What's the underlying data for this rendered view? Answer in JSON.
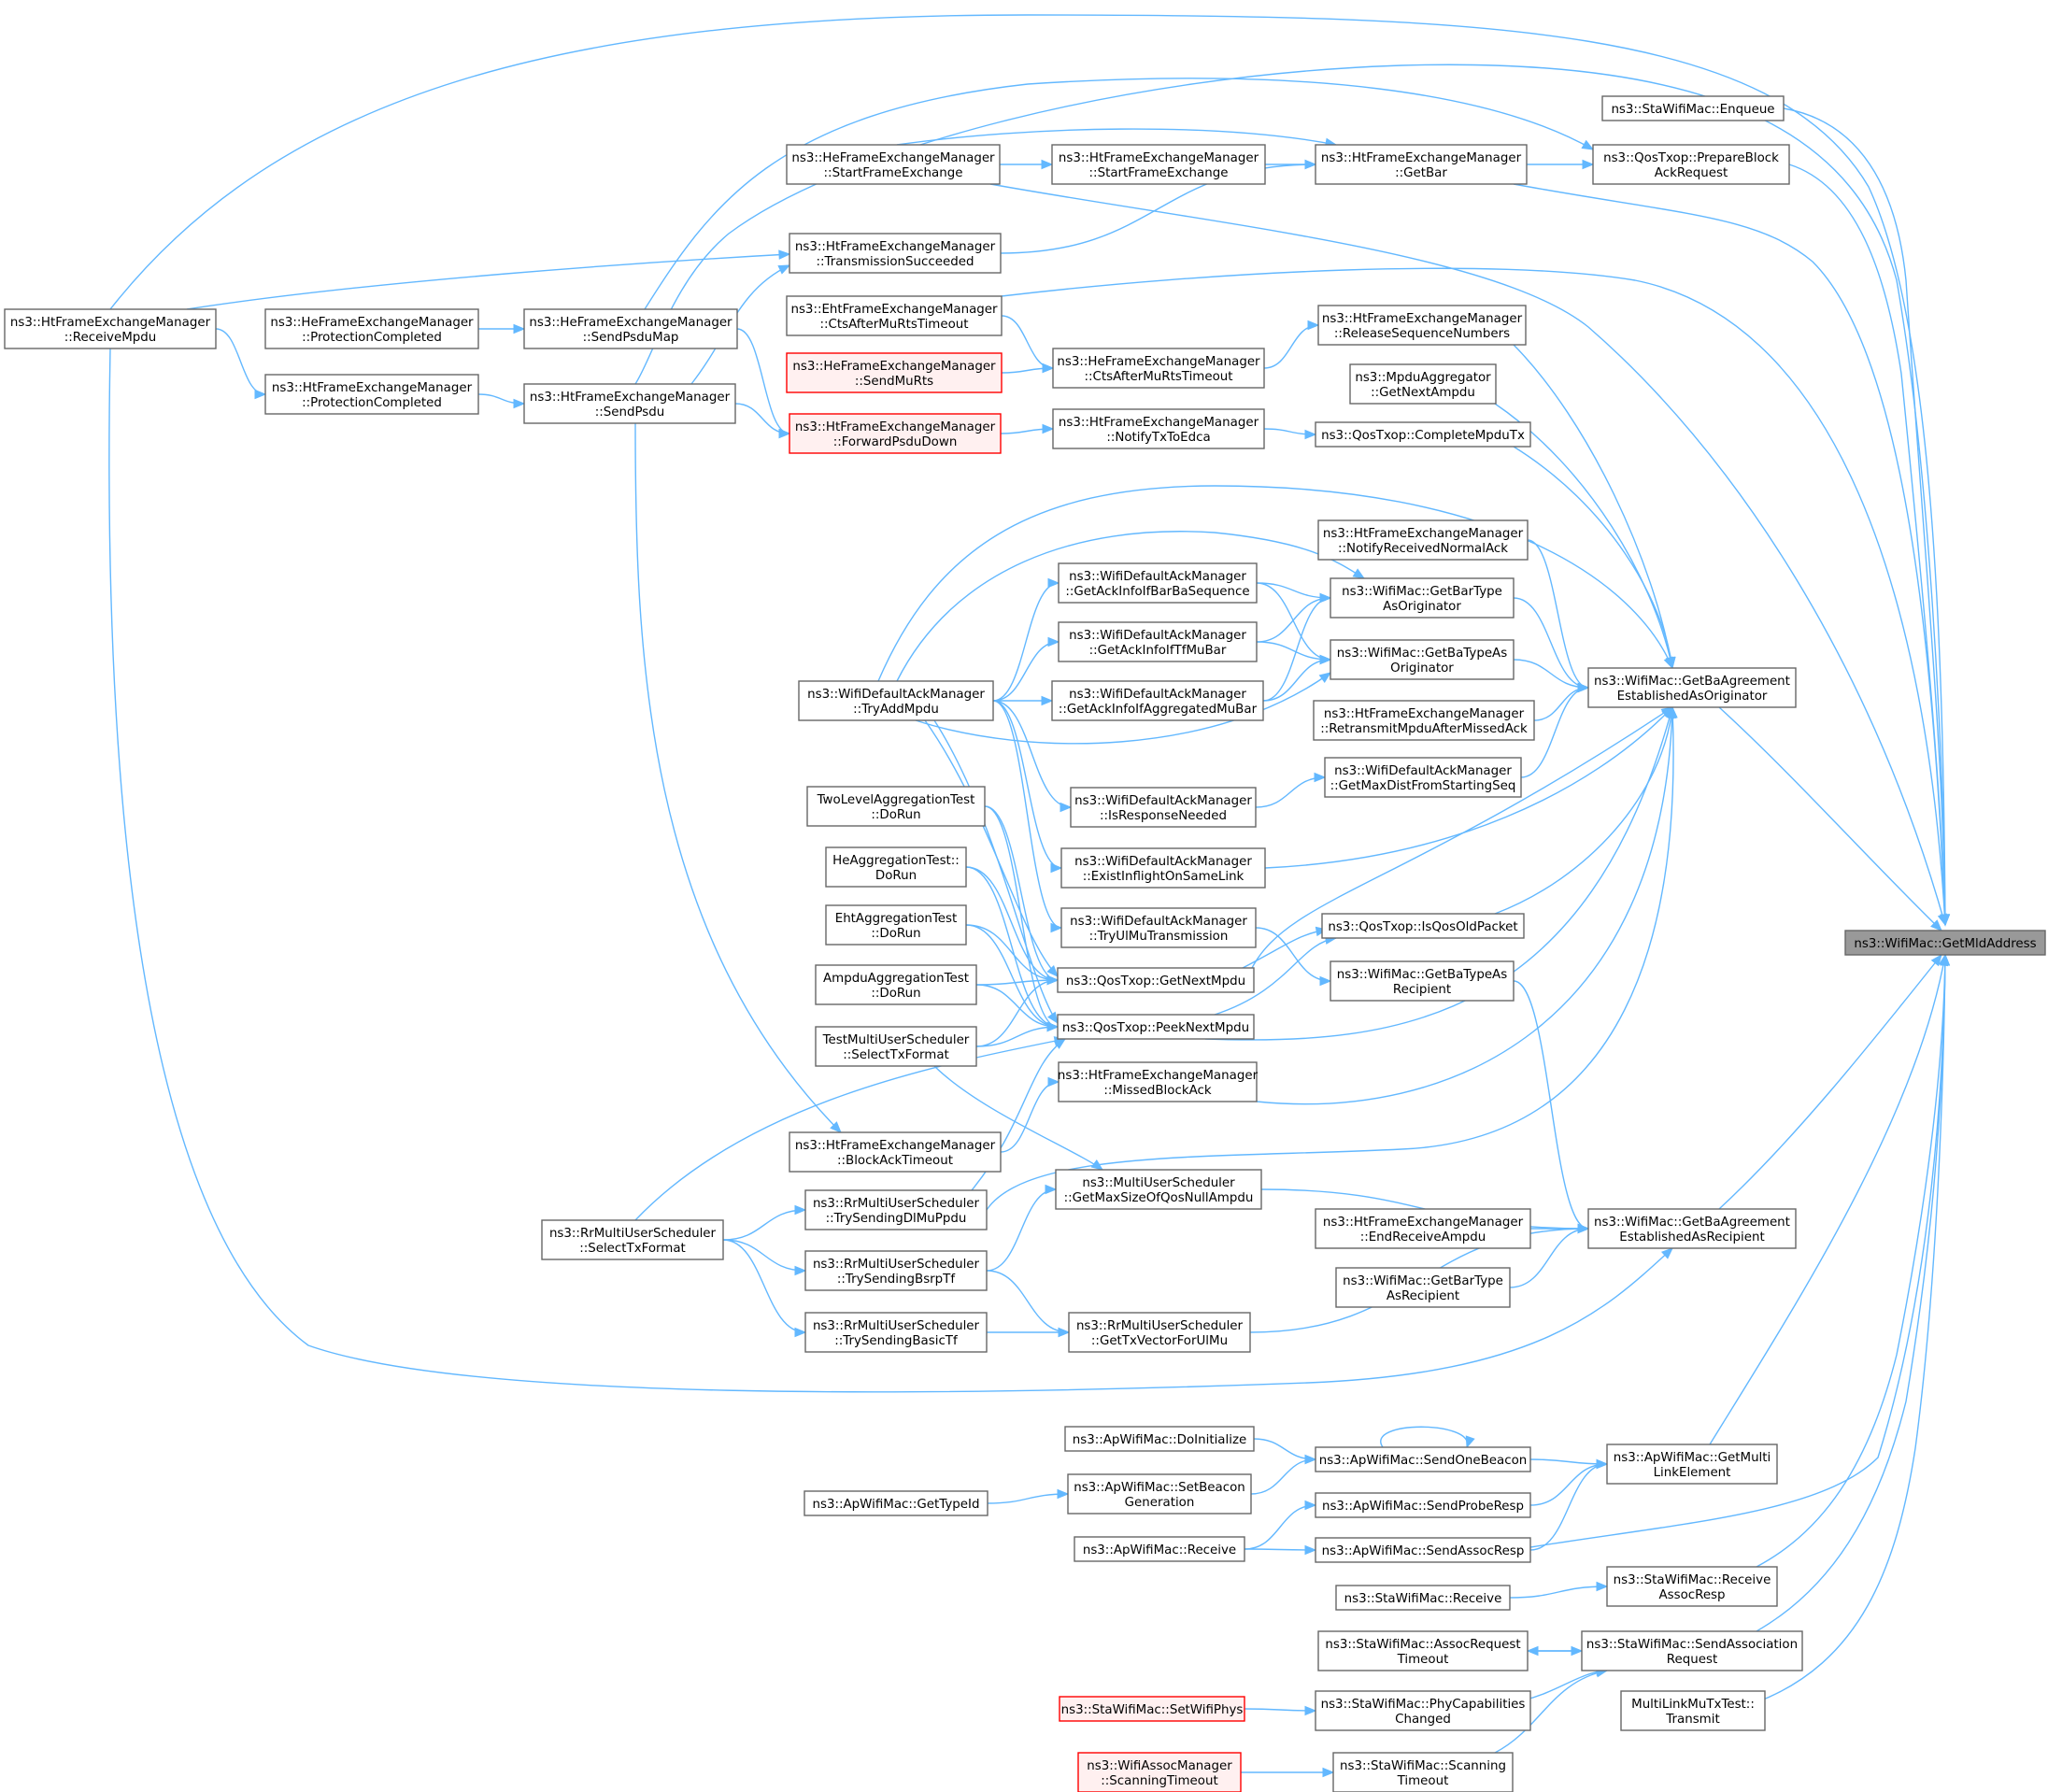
{
  "graph": {
    "type": "caller-graph",
    "target": "ns3::WifiMac::GetMldAddress",
    "colors": {
      "edge": "#63b8ff",
      "node_border": "#666666",
      "external_border": "#ff0000",
      "external_fill": "#fff0f0",
      "target_fill": "#999999"
    },
    "nodes": [
      {
        "id": "target",
        "lines": [
          "ns3::WifiMac::GetMldAddress"
        ],
        "style": "target"
      },
      {
        "id": "sta_enqueue",
        "lines": [
          "ns3::StaWifiMac::Enqueue"
        ]
      },
      {
        "id": "qos_prepbar",
        "lines": [
          "ns3::QosTxop::PrepareBlock",
          "AckRequest"
        ]
      },
      {
        "id": "ht_getbar",
        "lines": [
          "ns3::HtFrameExchangeManager",
          "::GetBar"
        ]
      },
      {
        "id": "ht_sfe",
        "lines": [
          "ns3::HtFrameExchangeManager",
          "::StartFrameExchange"
        ]
      },
      {
        "id": "he_sfe",
        "lines": [
          "ns3::HeFrameExchangeManager",
          "::StartFrameExchange"
        ]
      },
      {
        "id": "ht_txsucc",
        "lines": [
          "ns3::HtFrameExchangeManager",
          "::TransmissionSucceeded"
        ]
      },
      {
        "id": "eht_ctsmurts",
        "lines": [
          "ns3::EhtFrameExchangeManager",
          "::CtsAfterMuRtsTimeout"
        ]
      },
      {
        "id": "he_sendmurts",
        "lines": [
          "ns3::HeFrameExchangeManager",
          "::SendMuRts"
        ],
        "style": "ext"
      },
      {
        "id": "ht_fwdpsdu",
        "lines": [
          "ns3::HtFrameExchangeManager",
          "::ForwardPsduDown"
        ],
        "style": "ext"
      },
      {
        "id": "ht_relseq",
        "lines": [
          "ns3::HtFrameExchangeManager",
          "::ReleaseSequenceNumbers"
        ]
      },
      {
        "id": "he_ctsmurts",
        "lines": [
          "ns3::HeFrameExchangeManager",
          "::CtsAfterMuRtsTimeout"
        ]
      },
      {
        "id": "mpdu_getnext",
        "lines": [
          "ns3::MpduAggregator",
          "::GetNextAmpdu"
        ]
      },
      {
        "id": "ht_notifyedca",
        "lines": [
          "ns3::HtFrameExchangeManager",
          "::NotifyTxToEdca"
        ]
      },
      {
        "id": "qos_completempdu",
        "lines": [
          "ns3::QosTxop::CompleteMpduTx"
        ]
      },
      {
        "id": "ht_recvmpdu",
        "lines": [
          "ns3::HtFrameExchangeManager",
          "::ReceiveMpdu"
        ]
      },
      {
        "id": "he_protcomp",
        "lines": [
          "ns3::HeFrameExchangeManager",
          "::ProtectionCompleted"
        ]
      },
      {
        "id": "he_sendpsdumap",
        "lines": [
          "ns3::HeFrameExchangeManager",
          "::SendPsduMap"
        ]
      },
      {
        "id": "ht_protcomp",
        "lines": [
          "ns3::HtFrameExchangeManager",
          "::ProtectionCompleted"
        ]
      },
      {
        "id": "ht_sendpsdu",
        "lines": [
          "ns3::HtFrameExchangeManager",
          "::SendPsdu"
        ]
      },
      {
        "id": "ht_notifynormack",
        "lines": [
          "ns3::HtFrameExchangeManager",
          "::NotifyReceivedNormalAck"
        ]
      },
      {
        "id": "wdam_barba",
        "lines": [
          "ns3::WifiDefaultAckManager",
          "::GetAckInfoIfBarBaSequence"
        ]
      },
      {
        "id": "wm_getbartype_orig",
        "lines": [
          "ns3::WifiMac::GetBarType",
          "AsOriginator"
        ]
      },
      {
        "id": "wdam_tfmubar",
        "lines": [
          "ns3::WifiDefaultAckManager",
          "::GetAckInfoIfTfMuBar"
        ]
      },
      {
        "id": "wm_getbatype_orig",
        "lines": [
          "ns3::WifiMac::GetBaTypeAs",
          "Originator"
        ]
      },
      {
        "id": "wm_gbaest_orig",
        "lines": [
          "ns3::WifiMac::GetBaAgreement",
          "EstablishedAsOriginator"
        ]
      },
      {
        "id": "wdam_tryadd",
        "lines": [
          "ns3::WifiDefaultAckManager",
          "::TryAddMpdu"
        ]
      },
      {
        "id": "wdam_aggmubar",
        "lines": [
          "ns3::WifiDefaultAckManager",
          "::GetAckInfoIfAggregatedMuBar"
        ]
      },
      {
        "id": "ht_retransmit",
        "lines": [
          "ns3::HtFrameExchangeManager",
          "::RetransmitMpduAfterMissedAck"
        ]
      },
      {
        "id": "wdam_maxdist",
        "lines": [
          "ns3::WifiDefaultAckManager",
          "::GetMaxDistFromStartingSeq"
        ]
      },
      {
        "id": "wdam_isresp",
        "lines": [
          "ns3::WifiDefaultAckManager",
          "::IsResponseNeeded"
        ]
      },
      {
        "id": "twolevel",
        "lines": [
          "TwoLevelAggregationTest",
          "::DoRun"
        ]
      },
      {
        "id": "wdam_existinflight",
        "lines": [
          "ns3::WifiDefaultAckManager",
          "::ExistInflightOnSameLink"
        ]
      },
      {
        "id": "heagg",
        "lines": [
          "HeAggregationTest::",
          "DoRun"
        ]
      },
      {
        "id": "qos_isold",
        "lines": [
          "ns3::QosTxop::IsQosOldPacket"
        ]
      },
      {
        "id": "wdam_tryulmu",
        "lines": [
          "ns3::WifiDefaultAckManager",
          "::TryUlMuTransmission"
        ]
      },
      {
        "id": "ehtagg",
        "lines": [
          "EhtAggregationTest",
          "::DoRun"
        ]
      },
      {
        "id": "wm_getbatype_recip",
        "lines": [
          "ns3::WifiMac::GetBaTypeAs",
          "Recipient"
        ]
      },
      {
        "id": "qos_getnextmpdu",
        "lines": [
          "ns3::QosTxop::GetNextMpdu"
        ]
      },
      {
        "id": "ampduagg",
        "lines": [
          "AmpduAggregationTest",
          "::DoRun"
        ]
      },
      {
        "id": "testmus",
        "lines": [
          "TestMultiUserScheduler",
          "::SelectTxFormat"
        ]
      },
      {
        "id": "qos_peeknextmpdu",
        "lines": [
          "ns3::QosTxop::PeekNextMpdu"
        ]
      },
      {
        "id": "ht_missedba",
        "lines": [
          "ns3::HtFrameExchangeManager",
          "::MissedBlockAck"
        ]
      },
      {
        "id": "ht_batimeout",
        "lines": [
          "ns3::HtFrameExchangeManager",
          "::BlockAckTimeout"
        ]
      },
      {
        "id": "mus_maxsize",
        "lines": [
          "ns3::MultiUserScheduler",
          "::GetMaxSizeOfQosNullAmpdu"
        ]
      },
      {
        "id": "rr_trydl",
        "lines": [
          "ns3::RrMultiUserScheduler",
          "::TrySendingDlMuPpdu"
        ]
      },
      {
        "id": "rr_selecttx",
        "lines": [
          "ns3::RrMultiUserScheduler",
          "::SelectTxFormat"
        ]
      },
      {
        "id": "ht_endrecv",
        "lines": [
          "ns3::HtFrameExchangeManager",
          "::EndReceiveAmpdu"
        ]
      },
      {
        "id": "wm_gbaest_recip",
        "lines": [
          "ns3::WifiMac::GetBaAgreement",
          "EstablishedAsRecipient"
        ]
      },
      {
        "id": "rr_trybsrp",
        "lines": [
          "ns3::RrMultiUserScheduler",
          "::TrySendingBsrpTf"
        ]
      },
      {
        "id": "wm_getbartype_recip",
        "lines": [
          "ns3::WifiMac::GetBarType",
          "AsRecipient"
        ]
      },
      {
        "id": "rr_trybasic",
        "lines": [
          "ns3::RrMultiUserScheduler",
          "::TrySendingBasicTf"
        ]
      },
      {
        "id": "rr_gettxvec",
        "lines": [
          "ns3::RrMultiUserScheduler",
          "::GetTxVectorForUlMu"
        ]
      },
      {
        "id": "ap_doinit",
        "lines": [
          "ns3::ApWifiMac::DoInitialize"
        ]
      },
      {
        "id": "ap_sendonebeacon",
        "lines": [
          "ns3::ApWifiMac::SendOneBeacon"
        ]
      },
      {
        "id": "ap_getmle",
        "lines": [
          "ns3::ApWifiMac::GetMulti",
          "LinkElement"
        ]
      },
      {
        "id": "ap_gettypeid",
        "lines": [
          "ns3::ApWifiMac::GetTypeId"
        ]
      },
      {
        "id": "ap_setbeacongen",
        "lines": [
          "ns3::ApWifiMac::SetBeacon",
          "Generation"
        ]
      },
      {
        "id": "ap_sendproberesp",
        "lines": [
          "ns3::ApWifiMac::SendProbeResp"
        ]
      },
      {
        "id": "ap_receive",
        "lines": [
          "ns3::ApWifiMac::Receive"
        ]
      },
      {
        "id": "ap_sendassocresp",
        "lines": [
          "ns3::ApWifiMac::SendAssocResp"
        ]
      },
      {
        "id": "sta_receive",
        "lines": [
          "ns3::StaWifiMac::Receive"
        ]
      },
      {
        "id": "sta_recvassocresp",
        "lines": [
          "ns3::StaWifiMac::Receive",
          "AssocResp"
        ]
      },
      {
        "id": "sta_assocreqtimeout",
        "lines": [
          "ns3::StaWifiMac::AssocRequest",
          "Timeout"
        ]
      },
      {
        "id": "sta_sendassocreq",
        "lines": [
          "ns3::StaWifiMac::SendAssociation",
          "Request"
        ]
      },
      {
        "id": "sta_setwifiphys",
        "lines": [
          "ns3::StaWifiMac::SetWifiPhys"
        ],
        "style": "ext"
      },
      {
        "id": "sta_phycap",
        "lines": [
          "ns3::StaWifiMac::PhyCapabilities",
          "Changed"
        ]
      },
      {
        "id": "mlmutx",
        "lines": [
          "MultiLinkMuTxTest::",
          "Transmit"
        ]
      },
      {
        "id": "assoc_scantimeout",
        "lines": [
          "ns3::WifiAssocManager",
          "::ScanningTimeout"
        ],
        "style": "ext"
      },
      {
        "id": "sta_scantimeout",
        "lines": [
          "ns3::StaWifiMac::Scanning",
          "Timeout"
        ]
      }
    ],
    "edges": [
      [
        "sta_enqueue",
        "target"
      ],
      [
        "qos_prepbar",
        "target"
      ],
      [
        "ht_getbar",
        "target"
      ],
      [
        "ht_recvmpdu",
        "target"
      ],
      [
        "eht_ctsmurts",
        "target"
      ],
      [
        "wm_gbaest_orig",
        "target"
      ],
      [
        "wm_gbaest_recip",
        "target"
      ],
      [
        "ap_getmle",
        "target"
      ],
      [
        "ap_sendassocresp",
        "target"
      ],
      [
        "sta_recvassocresp",
        "target"
      ],
      [
        "sta_sendassocreq",
        "target"
      ],
      [
        "mlmutx",
        "target"
      ],
      [
        "he_sfe",
        "target"
      ],
      [
        "ht_sendpsdu",
        "target"
      ],
      [
        "ht_getbar",
        "qos_prepbar"
      ],
      [
        "he_sendpsdumap",
        "qos_prepbar"
      ],
      [
        "ht_sfe",
        "ht_getbar"
      ],
      [
        "he_sfe",
        "ht_getbar"
      ],
      [
        "ht_txsucc",
        "ht_getbar"
      ],
      [
        "he_sfe",
        "ht_sfe"
      ],
      [
        "ht_recvmpdu",
        "ht_txsucc"
      ],
      [
        "ht_sendpsdu",
        "ht_txsucc"
      ],
      [
        "eht_ctsmurts",
        "he_ctsmurts"
      ],
      [
        "he_sendmurts",
        "he_ctsmurts"
      ],
      [
        "he_ctsmurts",
        "ht_relseq"
      ],
      [
        "he_protcomp",
        "he_sendpsdumap"
      ],
      [
        "ht_protcomp",
        "ht_sendpsdu"
      ],
      [
        "ht_recvmpdu",
        "ht_protcomp"
      ],
      [
        "ht_sendpsdu",
        "ht_fwdpsdu"
      ],
      [
        "he_sendpsdumap",
        "ht_fwdpsdu"
      ],
      [
        "ht_fwdpsdu",
        "ht_notifyedca"
      ],
      [
        "ht_notifyedca",
        "qos_completempdu"
      ],
      [
        "ht_relseq",
        "wm_gbaest_orig"
      ],
      [
        "mpdu_getnext",
        "wm_gbaest_orig"
      ],
      [
        "qos_completempdu",
        "wm_gbaest_orig"
      ],
      [
        "ht_notifynormack",
        "wm_gbaest_orig"
      ],
      [
        "wm_getbartype_orig",
        "wm_gbaest_orig"
      ],
      [
        "wm_getbatype_orig",
        "wm_gbaest_orig"
      ],
      [
        "ht_retransmit",
        "wm_gbaest_orig"
      ],
      [
        "wdam_maxdist",
        "wm_gbaest_orig"
      ],
      [
        "wdam_existinflight",
        "wm_gbaest_orig"
      ],
      [
        "qos_isold",
        "wm_gbaest_orig"
      ],
      [
        "qos_getnextmpdu",
        "wm_gbaest_orig"
      ],
      [
        "qos_peeknextmpdu",
        "wm_gbaest_orig"
      ],
      [
        "ht_missedba",
        "wm_gbaest_orig"
      ],
      [
        "rr_trydl",
        "wm_gbaest_orig"
      ],
      [
        "wdam_tryadd",
        "wm_gbaest_orig"
      ],
      [
        "wdam_barba",
        "wm_getbartype_orig"
      ],
      [
        "wdam_tfmubar",
        "wm_getbartype_orig"
      ],
      [
        "wdam_aggmubar",
        "wm_getbartype_orig"
      ],
      [
        "wdam_tryadd",
        "wm_getbartype_orig"
      ],
      [
        "wdam_barba",
        "wm_getbatype_orig"
      ],
      [
        "wdam_tfmubar",
        "wm_getbatype_orig"
      ],
      [
        "wdam_aggmubar",
        "wm_getbatype_orig"
      ],
      [
        "wdam_tryadd",
        "wm_getbatype_orig"
      ],
      [
        "wdam_tryadd",
        "wdam_barba"
      ],
      [
        "wdam_tryadd",
        "wdam_tfmubar"
      ],
      [
        "wdam_tryadd",
        "wdam_aggmubar"
      ],
      [
        "wdam_tryadd",
        "wdam_isresp"
      ],
      [
        "wdam_tryadd",
        "wdam_existinflight"
      ],
      [
        "wdam_tryadd",
        "wdam_tryulmu"
      ],
      [
        "wdam_isresp",
        "wdam_maxdist"
      ],
      [
        "twolevel",
        "qos_getnextmpdu"
      ],
      [
        "heagg",
        "qos_getnextmpdu"
      ],
      [
        "ehtagg",
        "qos_getnextmpdu"
      ],
      [
        "ampduagg",
        "qos_getnextmpdu"
      ],
      [
        "testmus",
        "qos_getnextmpdu"
      ],
      [
        "twolevel",
        "qos_peeknextmpdu"
      ],
      [
        "heagg",
        "qos_peeknextmpdu"
      ],
      [
        "ehtagg",
        "qos_peeknextmpdu"
      ],
      [
        "ampduagg",
        "qos_peeknextmpdu"
      ],
      [
        "testmus",
        "qos_peeknextmpdu"
      ],
      [
        "rr_selecttx",
        "qos_peeknextmpdu"
      ],
      [
        "rr_trydl",
        "qos_peeknextmpdu"
      ],
      [
        "wdam_tryadd",
        "qos_peeknextmpdu"
      ],
      [
        "wdam_tryadd",
        "qos_getnextmpdu"
      ],
      [
        "qos_peeknextmpdu",
        "qos_isold"
      ],
      [
        "qos_getnextmpdu",
        "qos_isold"
      ],
      [
        "wdam_tryulmu",
        "wm_getbatype_recip"
      ],
      [
        "wm_getbatype_recip",
        "wm_gbaest_recip"
      ],
      [
        "ht_batimeout",
        "ht_missedba"
      ],
      [
        "ht_sendpsdu",
        "ht_batimeout"
      ],
      [
        "testmus",
        "mus_maxsize"
      ],
      [
        "rr_trybsrp",
        "mus_maxsize"
      ],
      [
        "mus_maxsize",
        "wm_gbaest_recip"
      ],
      [
        "rr_selecttx",
        "rr_trydl"
      ],
      [
        "rr_selecttx",
        "rr_trybsrp"
      ],
      [
        "rr_selecttx",
        "rr_trybasic"
      ],
      [
        "rr_trybsrp",
        "rr_gettxvec"
      ],
      [
        "rr_trybasic",
        "rr_gettxvec"
      ],
      [
        "rr_gettxvec",
        "wm_gbaest_recip"
      ],
      [
        "ht_endrecv",
        "wm_gbaest_recip"
      ],
      [
        "wm_getbartype_recip",
        "wm_gbaest_recip"
      ],
      [
        "ht_recvmpdu",
        "wm_gbaest_recip"
      ],
      [
        "ap_doinit",
        "ap_sendonebeacon"
      ],
      [
        "ap_setbeacongen",
        "ap_sendonebeacon"
      ],
      [
        "ap_sendonebeacon",
        "ap_sendonebeacon"
      ],
      [
        "ap_gettypeid",
        "ap_setbeacongen"
      ],
      [
        "ap_sendonebeacon",
        "ap_getmle"
      ],
      [
        "ap_sendproberesp",
        "ap_getmle"
      ],
      [
        "ap_sendassocresp",
        "ap_getmle"
      ],
      [
        "ap_receive",
        "ap_sendproberesp"
      ],
      [
        "ap_receive",
        "ap_sendassocresp"
      ],
      [
        "sta_receive",
        "sta_recvassocresp"
      ],
      [
        "sta_assocreqtimeout",
        "sta_sendassocreq"
      ],
      [
        "sta_sendassocreq",
        "sta_assocreqtimeout"
      ],
      [
        "sta_phycap",
        "sta_sendassocreq"
      ],
      [
        "sta_setwifiphys",
        "sta_phycap"
      ],
      [
        "sta_scantimeout",
        "sta_sendassocreq"
      ],
      [
        "assoc_scantimeout",
        "sta_scantimeout"
      ]
    ]
  }
}
